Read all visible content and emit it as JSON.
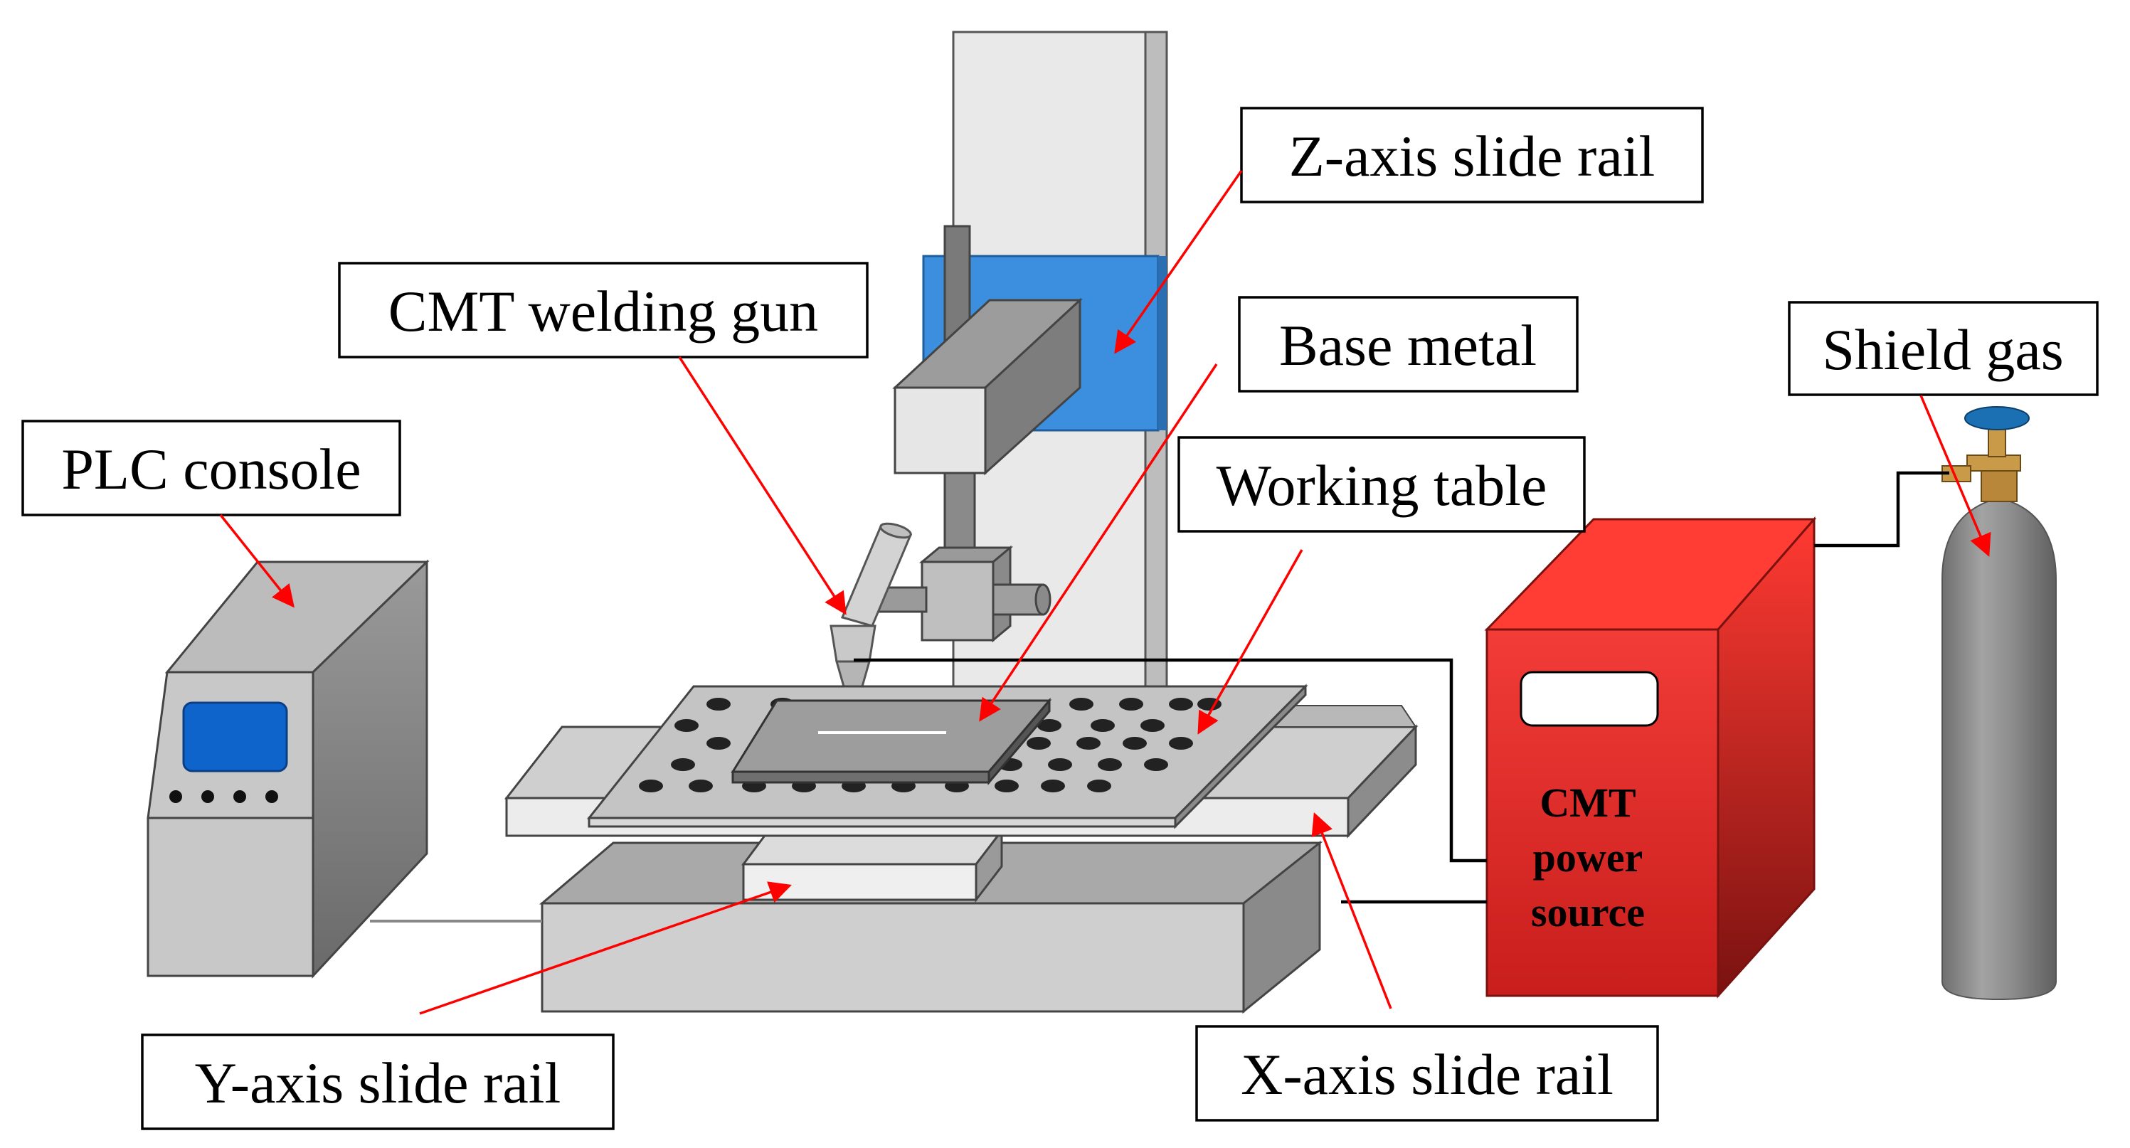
{
  "labels": {
    "z_axis_slide_rail": "Z-axis slide rail",
    "cmt_welding_gun": "CMT welding gun",
    "base_metal": "Base metal",
    "shield_gas": "Shield gas",
    "plc_console": "PLC console",
    "working_table": "Working table",
    "y_axis_slide_rail": "Y-axis slide rail",
    "x_axis_slide_rail": "X-axis slide rail"
  },
  "power_source": {
    "line1": "CMT",
    "line2": "power",
    "line3": "source"
  },
  "colors": {
    "arrow": "#ff0000",
    "z_carriage": "#3c8fde",
    "power_source": "#e8302e",
    "plc_screen": "#0f64cc",
    "gas_valve": "#1b6fb3",
    "cylinder": "#8c8c8c",
    "machine_gray": "#c6c6c6"
  },
  "icons": [
    "plc-console-icon",
    "cmt-power-source-icon",
    "shield-gas-cylinder-icon",
    "welding-machine-icon"
  ]
}
